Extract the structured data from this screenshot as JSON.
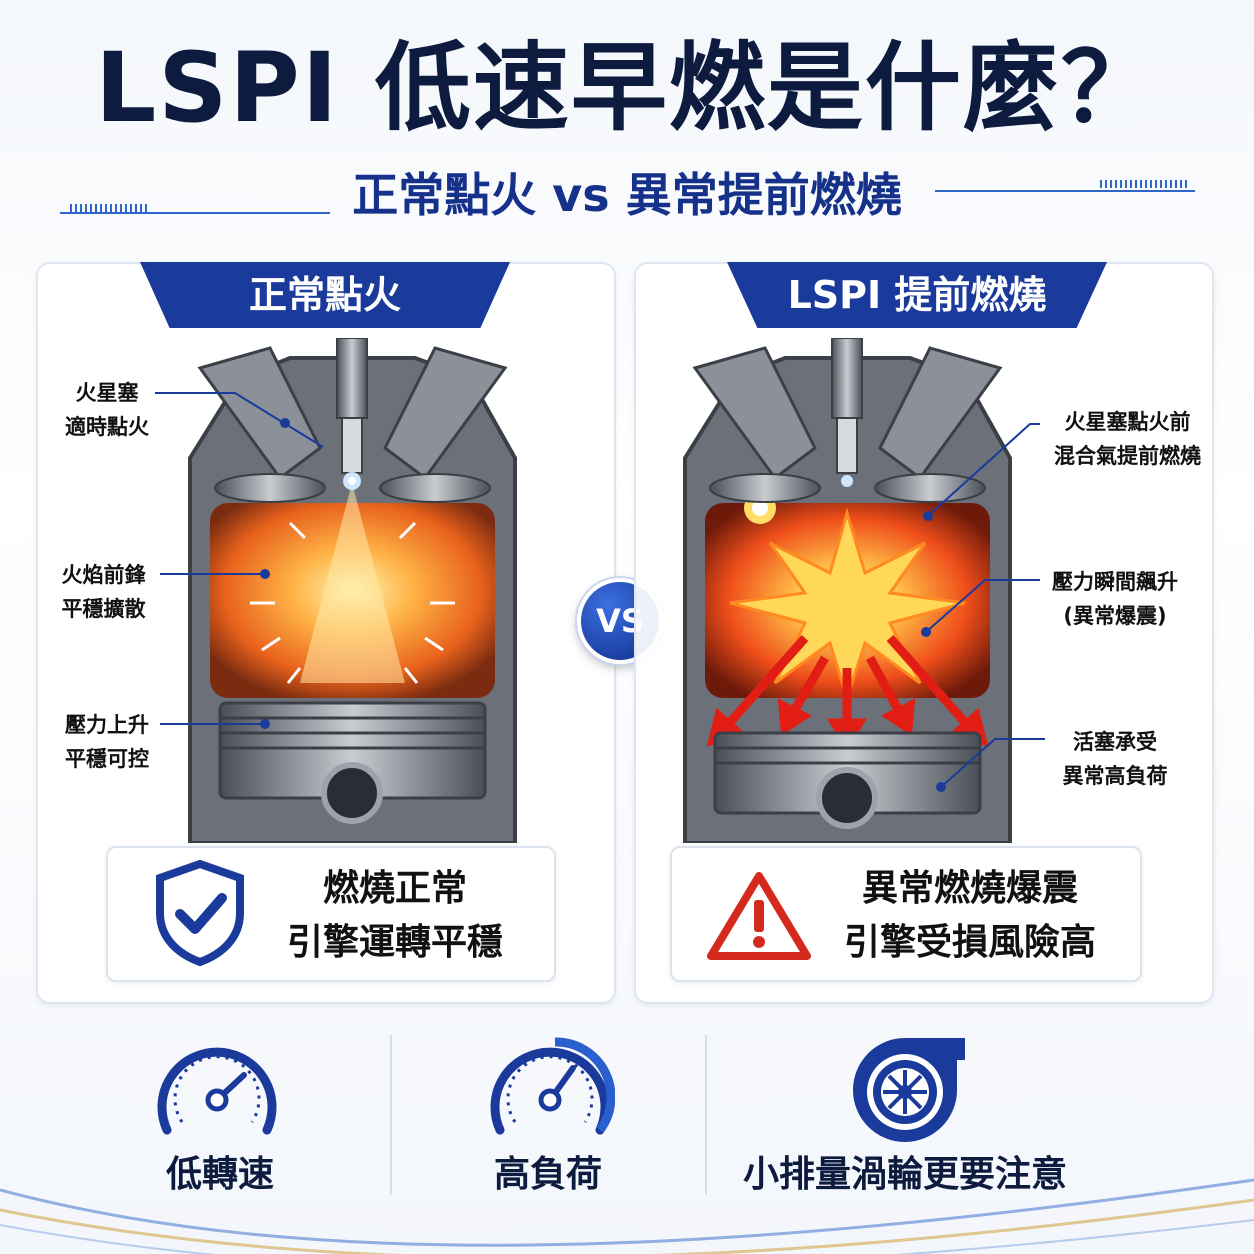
{
  "header": {
    "title": "LSPI 低速早燃是什麼？",
    "subtitle": "正常點火 vs 異常提前燃燒"
  },
  "left_panel": {
    "heading": "正常點火",
    "callouts": [
      {
        "line1": "火星塞",
        "line2": "適時點火"
      },
      {
        "line1": "火焰前鋒",
        "line2": "平穩擴散"
      },
      {
        "line1": "壓力上升",
        "line2": "平穩可控"
      }
    ],
    "result": {
      "line1": "燃燒正常",
      "line2": "引擎運轉平穩",
      "icon": "shield-check-icon"
    }
  },
  "right_panel": {
    "heading": "LSPI 提前燃燒",
    "callouts": [
      {
        "line1": "火星塞點火前",
        "line2": "混合氣提前燃燒"
      },
      {
        "line1": "壓力瞬間飆升",
        "line2": "(異常爆震)"
      },
      {
        "line1": "活塞承受",
        "line2": "異常高負荷"
      }
    ],
    "result": {
      "line1": "異常燃燒爆震",
      "line2": "引擎受損風險高",
      "icon": "warning-triangle-icon"
    }
  },
  "vs_badge": "VS",
  "bottom": [
    {
      "label": "低轉速",
      "icon": "speedometer-low-icon"
    },
    {
      "label": "高負荷",
      "icon": "speedometer-high-icon"
    },
    {
      "label": "小排量渦輪更要注意",
      "icon": "turbocharger-icon"
    }
  ],
  "colors": {
    "navy": "#0d1b3e",
    "brand_blue": "#1a3a9c",
    "warning_red": "#d42a1e",
    "flame_orange": "#f47a1f"
  }
}
